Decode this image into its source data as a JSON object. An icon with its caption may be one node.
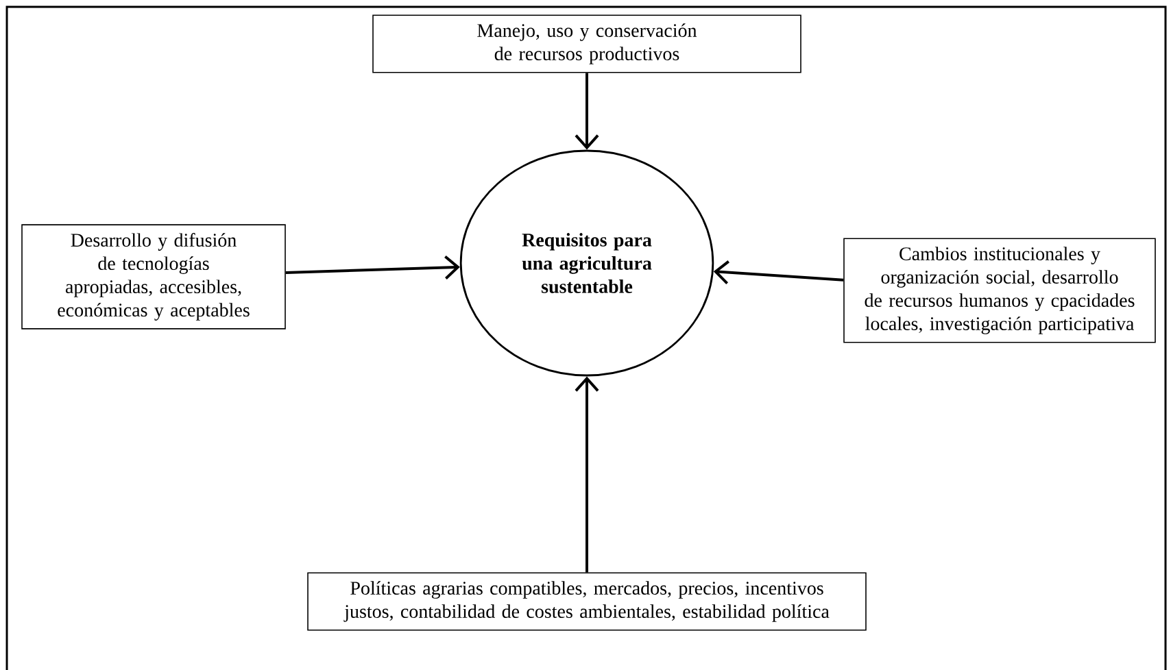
{
  "diagram": {
    "nodes": [
      {
        "text": [
          "Manejo, uso y conservación de recursos productivos"
        ]
      },
      {
        "text": [
          "Desarrollo y difusión de tecnologías apropiadas, accesibles, económicas y aceptables"
        ]
      },
      {
        "text": [
          "Cambios institucionales y organización social, desarrollo de recursos humanos y cpacidades locales, investigación participativa"
        ]
      },
      {
        "text": [
          "Políticas agrarias compatibles, mercados, precios, incentivos justos, contabilidad de costes ambientales, estabilidad política"
        ]
      },
      {
        "text": [
          "Requisitos para una agricultura sustentable"
        ]
      }
    ],
    "edges": [
      {
        "from": 0,
        "to": 4,
        "arrow": "to"
      },
      {
        "from": 1,
        "to": 4,
        "arrow": "to"
      },
      {
        "from": 2,
        "to": 4,
        "arrow": "to"
      },
      {
        "from": 3,
        "to": 4,
        "arrow": "to"
      }
    ]
  }
}
